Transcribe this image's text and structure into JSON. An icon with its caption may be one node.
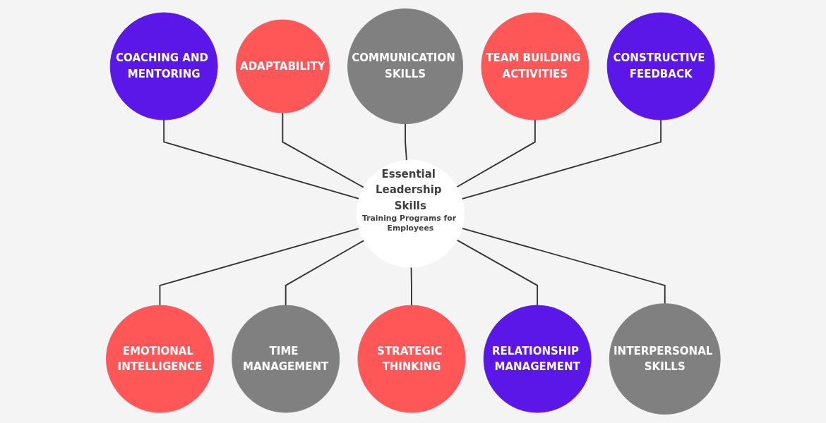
{
  "diagram": {
    "nodes": [
      {
        "text": [
          "Essential Leadership Skills",
          "Training Programs for Employees"
        ]
      },
      {
        "text": [
          "ADAPTABILITY"
        ]
      },
      {
        "text": [
          "COMMUNICATION SKILLS"
        ]
      },
      {
        "text": [
          "TEAM BUILDING ACTIVITIES"
        ]
      },
      {
        "text": [
          "CONSTRUCTIVE FEEDBACK"
        ]
      },
      {
        "text": [
          "INTERPERSONAL SKILLS"
        ]
      },
      {
        "text": [
          "RELATIONSHIP MANAGEMENT"
        ]
      },
      {
        "text": [
          "STRATEGIC THINKING"
        ]
      },
      {
        "text": [
          "TIME MANAGEMENT"
        ]
      },
      {
        "text": [
          "EMOTIONAL INTELLIGENCE"
        ]
      },
      {
        "text": [
          "COACHING AND MENTORING"
        ]
      }
    ],
    "edges": [
      {
        "from": 10,
        "to": 0,
        "arrow": "none"
      },
      {
        "from": 1,
        "to": 0,
        "arrow": "none"
      },
      {
        "from": 2,
        "to": 0,
        "arrow": "none"
      },
      {
        "from": 3,
        "to": 0,
        "arrow": "none"
      },
      {
        "from": 4,
        "to": 0,
        "arrow": "none"
      },
      {
        "from": 0,
        "to": 9,
        "arrow": "none"
      },
      {
        "from": 0,
        "to": 8,
        "arrow": "none"
      },
      {
        "from": 0,
        "to": 7,
        "arrow": "none"
      },
      {
        "from": 0,
        "to": 6,
        "arrow": "none"
      },
      {
        "from": 0,
        "to": 5,
        "arrow": "none"
      }
    ]
  }
}
